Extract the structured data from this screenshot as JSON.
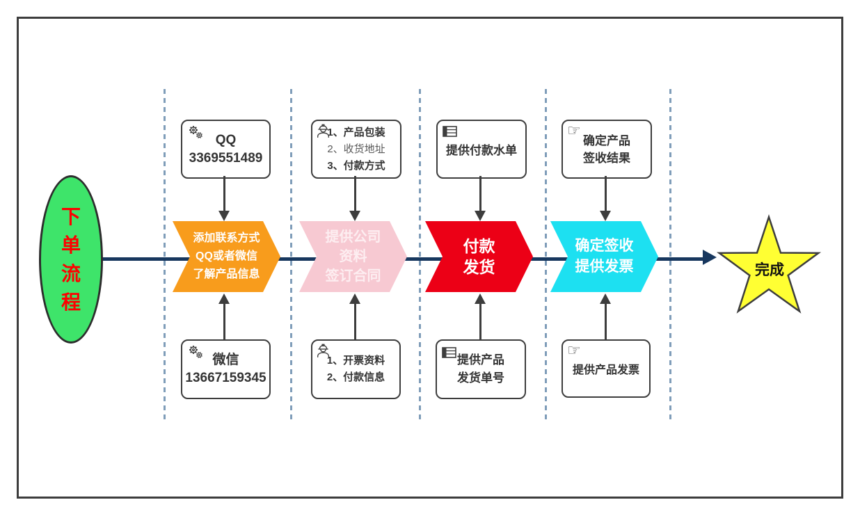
{
  "colors": {
    "line": "#17375e",
    "dash": "#7f9db9",
    "ellipse_fill": "#3ee46a",
    "ellipse_text": "#fe0000",
    "star_fill": "#ffff33",
    "step_colors": [
      "#f89c1c",
      "#f7c9d2",
      "#ec0016",
      "#1de0f1"
    ]
  },
  "start": {
    "label": "下单流程"
  },
  "finish": {
    "label": "完成"
  },
  "steps": [
    {
      "color": "#f89c1c",
      "label_lines": [
        "添加联系方式",
        "QQ或者微信",
        "了解产品信息"
      ],
      "top_box": {
        "icon": "gears",
        "lines": [
          "QQ",
          "3369551489"
        ]
      },
      "bottom_box": {
        "icon": "gears",
        "lines": [
          "微信",
          "13667159345"
        ]
      }
    },
    {
      "color": "#f7c9d2",
      "label_lines": [
        "提供公司",
        "资料",
        "签订合同"
      ],
      "top_box": {
        "icon": "worker",
        "lines": [
          "1、产品包装",
          "2、收货地址",
          "3、付款方式"
        ]
      },
      "bottom_box": {
        "icon": "worker",
        "lines": [
          "1、开票资料",
          "2、付款信息"
        ]
      }
    },
    {
      "color": "#ec0016",
      "label_lines": [
        "付款",
        "发货"
      ],
      "top_box": {
        "icon": "table",
        "lines": [
          "提供付款水单"
        ]
      },
      "bottom_box": {
        "icon": "table",
        "lines": [
          "提供产品",
          "发货单号"
        ]
      }
    },
    {
      "color": "#1de0f1",
      "label_lines": [
        "确定签收",
        "提供发票"
      ],
      "top_box": {
        "icon": "hand",
        "lines": [
          "确定产品",
          "签收结果"
        ]
      },
      "bottom_box": {
        "icon": "hand",
        "lines": [
          "提供产品发票"
        ]
      }
    }
  ]
}
